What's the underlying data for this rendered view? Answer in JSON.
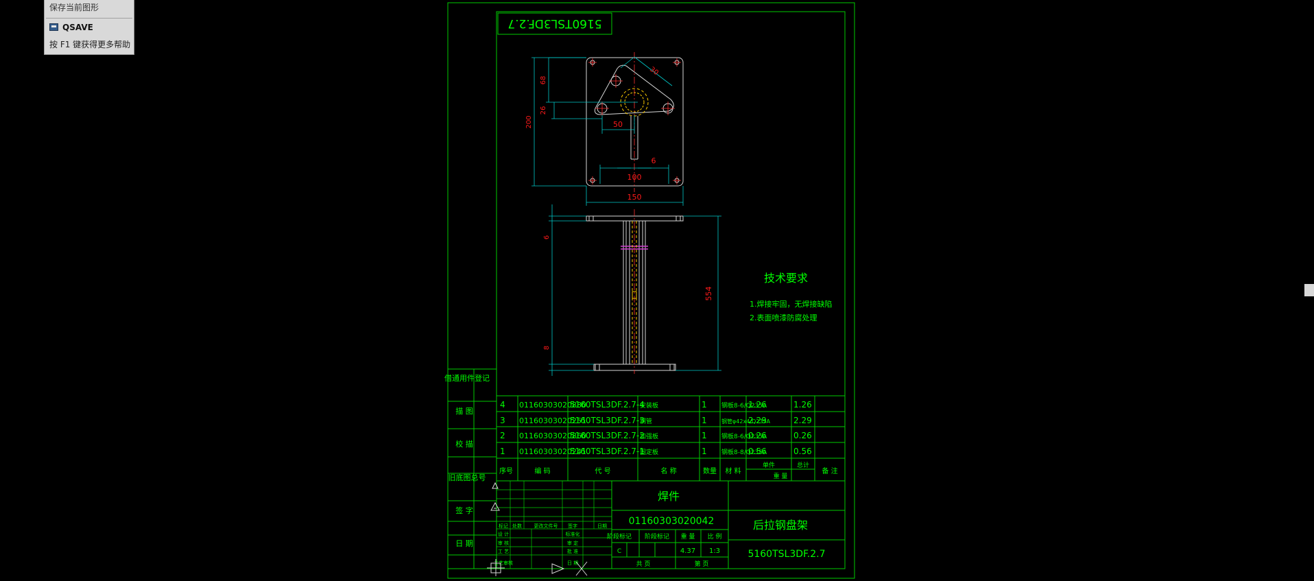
{
  "tooltip": {
    "title": "保存当前图形",
    "command": "QSAVE",
    "help": "按 F1 键获得更多帮助",
    "icon": "save-disk-icon"
  },
  "drawing": {
    "stamp": "5160TSL3DF.2.7",
    "dims": {
      "h68": "68",
      "h26": "26",
      "h200": "200",
      "w50": "50",
      "r30": "30",
      "w150": "150",
      "w100": "100",
      "t6a": "6",
      "t6b": "6",
      "h554": "554",
      "t8": "8"
    },
    "tech_title": "技术要求",
    "tech_notes": [
      "1.焊接牢固，无焊接缺陷",
      "2.表面喷漆防腐处理"
    ],
    "side_labels": [
      "借通用件登记",
      "描 图",
      "校 描",
      "旧底图总号",
      "签 字",
      "日 期"
    ],
    "bom": [
      {
        "no": "4",
        "code": "01160303020880",
        "part": "5160TSL3DF.2.7-4",
        "name": "安装板",
        "qty": "1",
        "mat": "钢板8-6/Q235A",
        "unit": "1.26",
        "total": "1.26",
        "note": ""
      },
      {
        "no": "3",
        "code": "01160303020251",
        "part": "5160TSL3DF.2.7-3",
        "name": "钢管",
        "qty": "1",
        "mat": "钢管φ42x4/Q235A",
        "unit": "2.29",
        "total": "2.29",
        "note": ""
      },
      {
        "no": "2",
        "code": "01160303020860",
        "part": "5160TSL3DF.2.7-2",
        "name": "加强板",
        "qty": "1",
        "mat": "钢板8-6/Q235A",
        "unit": "0.26",
        "total": "0.26",
        "note": ""
      },
      {
        "no": "1",
        "code": "01160303020241",
        "part": "5160TSL3DF.2.7-1",
        "name": "固定板",
        "qty": "1",
        "mat": "钢板8-8/Q235A",
        "unit": "0.56",
        "total": "0.56",
        "note": ""
      }
    ],
    "bom_header": {
      "no": "序号",
      "code": "编 码",
      "part": "代 号",
      "name": "名 称",
      "qty": "数量",
      "mat": "材 料",
      "unit": "单件",
      "total": "总计",
      "weight": "重 量",
      "note": "备 注"
    },
    "title_block": {
      "type": "焊件",
      "code": "01160303020042",
      "name": "后拉钢盘架",
      "drawing_no": "5160TSL3DF.2.7",
      "stage_label": "阶段标记",
      "weight_label": "重 量",
      "scale_label": "比 例",
      "stage_value": "C",
      "weight_value": "4.37",
      "scale_value": "1:3",
      "sheets_label": "共 页",
      "sheet_label": "第 页",
      "sig_headers": [
        "标记",
        "处数",
        "更改文件号",
        "签字",
        "日期"
      ],
      "roles": [
        "设 计",
        "审 核",
        "工 艺",
        "工艺审核"
      ],
      "roles2": [
        "标准化",
        "审 定",
        "批 准",
        "日 期"
      ]
    }
  },
  "colors": {
    "border": "#00cc00",
    "text": "#00ff00",
    "dim": "#00c8c8",
    "dimtext": "#ff1a1a",
    "part": "#d8d8d8",
    "center": "#ff3030",
    "hatch": "#d040d0",
    "hidden": "#ffcc00"
  }
}
